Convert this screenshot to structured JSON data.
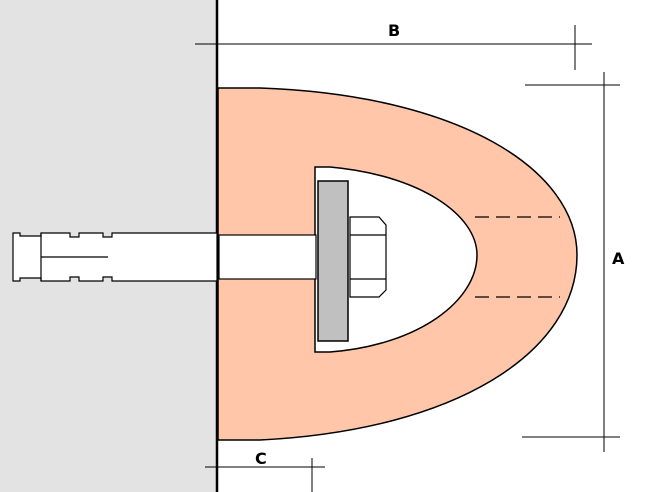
{
  "labels": {
    "a": "A",
    "b": "B",
    "c": "C"
  },
  "colors": {
    "wall": "#E3E3E3",
    "block": "#FFC6AA",
    "plate": "#C0C0C0",
    "line": "#000000"
  }
}
